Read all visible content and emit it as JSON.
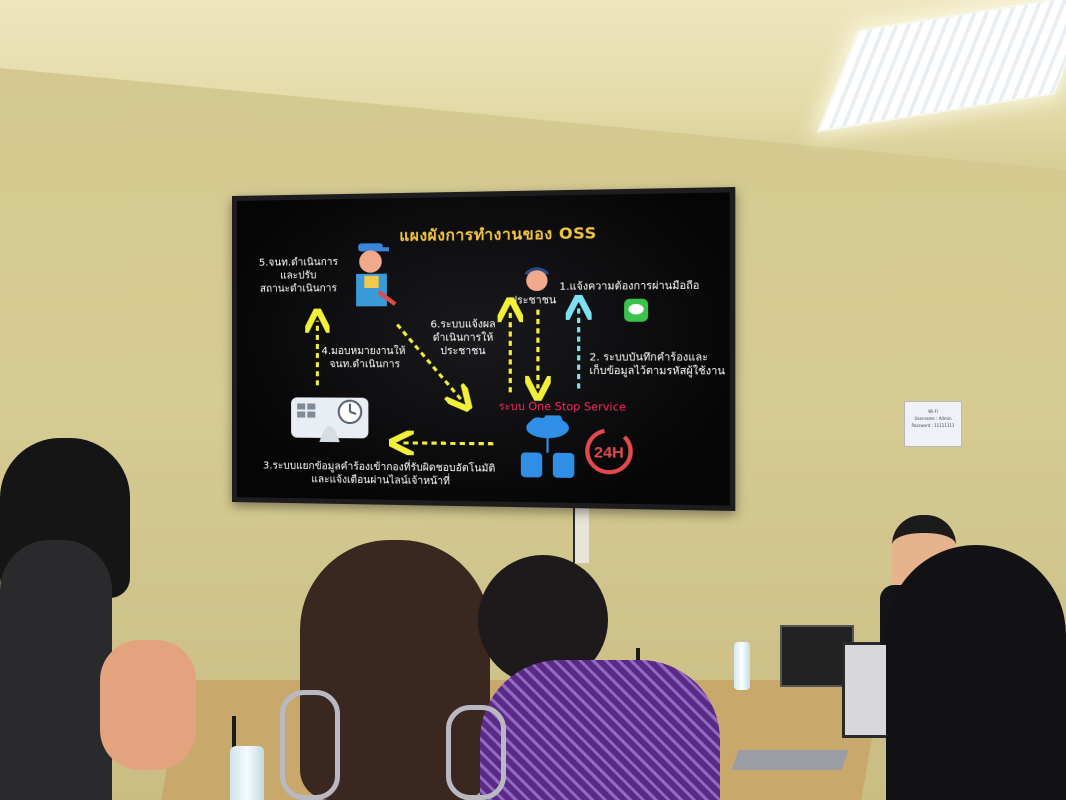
{
  "slide": {
    "title": "แผงผังการทำงานของ OSS",
    "step1": "1.แจ้งความต้องการผ่านมือถือ",
    "citizen": "ประชาชน",
    "step2_line1": "2. ระบบบันทึกคำร้องและ",
    "step2_line2": "เก็บข้อมูลไว้ตามรหัสผู้ใช้งาน",
    "step3_line1": "3.ระบบแยกข้อมูลคำร้องเข้ากองที่รับผิดชอบอัตโนมัติ",
    "step3_line2": "และแจ้งเตือนผ่านไลน์เจ้าหน้าที่",
    "step4_line1": "4.มอบหมายงานให้",
    "step4_line2": "จนท.ดำเนินการ",
    "step5_line1": "5.จนท.ดำเนินการ",
    "step5_line2": "และปรับ",
    "step5_line3": "สถานะดำเนินการ",
    "step6_line1": "6.ระบบแจ้งผล",
    "step6_line2": "ดำเนินการให้",
    "step6_line3": "ประชาชน",
    "system_label": "ระบบ  One Stop Service",
    "badge_24h": "24H"
  },
  "notice_sign": {
    "line1": "Wi-Fi",
    "line2": "Username : Admin",
    "line3": "Password : 11111111"
  },
  "colors": {
    "title_yellow": "#f4c542",
    "arrow_yellow": "#f2ef3a",
    "arrow_cyan": "#7fe0f0",
    "system_red": "#ff2a5a",
    "cloud_blue": "#2f8fe6",
    "line_green": "#3ac34a"
  },
  "icons": [
    "worker-icon",
    "citizen-icon",
    "line-app-icon",
    "cloud-database-icon",
    "24h-icon",
    "office-clock-icon"
  ]
}
